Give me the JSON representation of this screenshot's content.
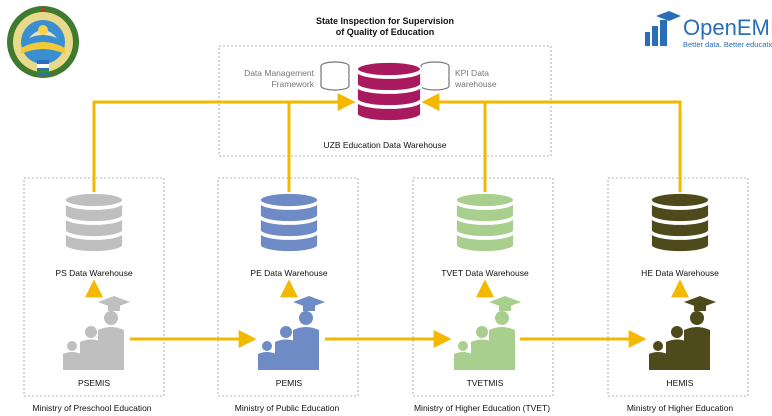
{
  "header": {
    "title_line1": "State Inspection for Supervision",
    "title_line2": "of Quality of Education"
  },
  "brand": {
    "name": "OpenEMIS",
    "tagline": "Better data. Better education"
  },
  "central": {
    "left_label_line1": "Data Management",
    "left_label_line2": "Framework",
    "right_label_line1": "KPI Data",
    "right_label_line2": "warehouse",
    "main_label": "UZB Education Data Warehouse"
  },
  "ministries": [
    {
      "warehouse": "PS Data Warehouse",
      "system": "PSEMIS",
      "ministry": "Ministry of Preschool Education",
      "color": "#BFBFBF"
    },
    {
      "warehouse": "PE Data Warehouse",
      "system": "PEMIS",
      "ministry": "Ministry of Public Education",
      "color": "#6E8BC6"
    },
    {
      "warehouse": "TVET Data Warehouse",
      "system": "TVETMIS",
      "ministry": "Ministry of Higher Education (TVET)",
      "color": "#A9CF8E"
    },
    {
      "warehouse": "HE Data Warehouse",
      "system": "HEMIS",
      "ministry": "Ministry of Higher Education",
      "color": "#4F4A1C"
    }
  ],
  "colors": {
    "arrow": "#F5B800",
    "uzb_db": "#A8195E",
    "box_border": "#9a9a9a",
    "brand_blue": "#2A6FB5"
  }
}
